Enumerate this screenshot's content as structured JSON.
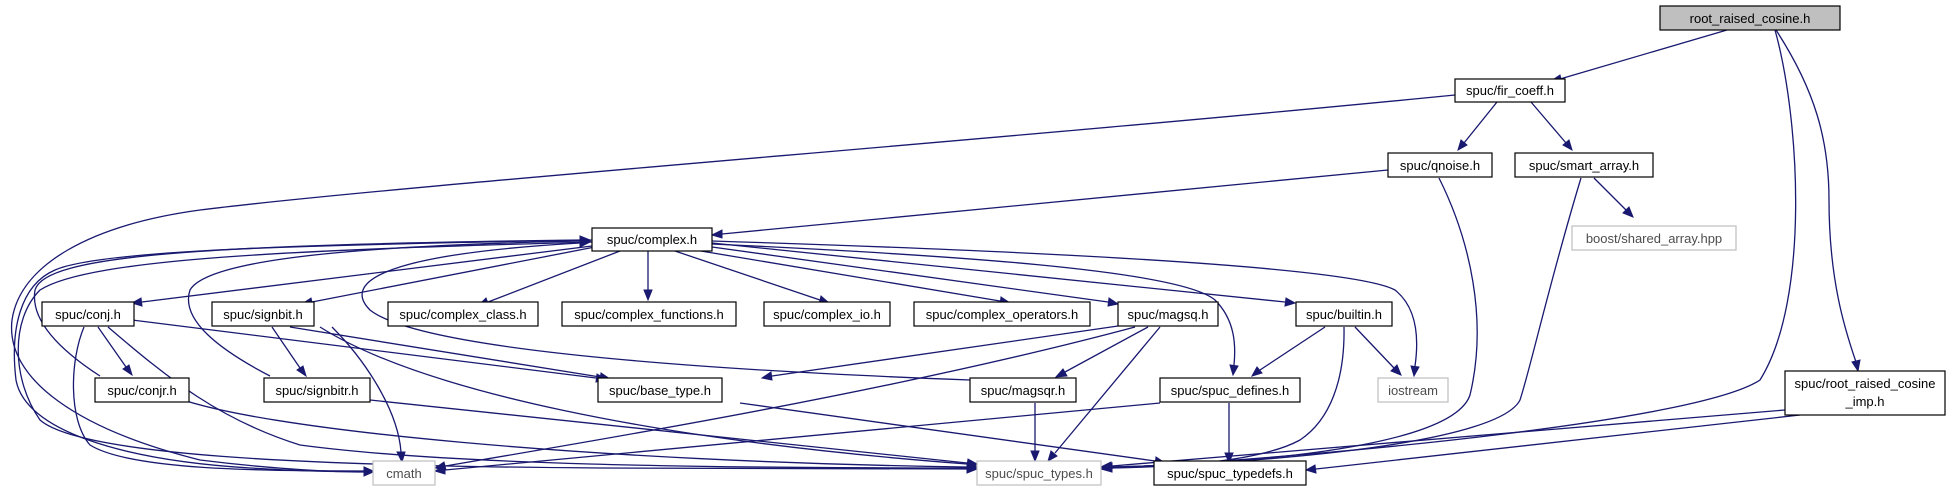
{
  "colors": {
    "edge": "#191970",
    "root_fill": "#bfbfbf",
    "external_border": "#bfbfbf"
  },
  "nodes": {
    "root": "root_raised_cosine.h",
    "fir_coeff": "spuc/fir_coeff.h",
    "qnoise": "spuc/qnoise.h",
    "smart_array": "spuc/smart_array.h",
    "shared_array": "boost/shared_array.hpp",
    "complex": "spuc/complex.h",
    "conj": "spuc/conj.h",
    "signbit": "spuc/signbit.h",
    "complex_class": "spuc/complex_class.h",
    "complex_functions": "spuc/complex_functions.h",
    "complex_io": "spuc/complex_io.h",
    "complex_operators": "spuc/complex_operators.h",
    "magsq": "spuc/magsq.h",
    "builtin": "spuc/builtin.h",
    "conjr": "spuc/conjr.h",
    "signbitr": "spuc/signbitr.h",
    "base_type": "spuc/base_type.h",
    "magsqr": "spuc/magsqr.h",
    "spuc_defines": "spuc/spuc_defines.h",
    "iostream": "iostream",
    "rrc_imp_line1": "spuc/root_raised_cosine",
    "rrc_imp_line2": "_imp.h",
    "cmath": "cmath",
    "spuc_types": "spuc/spuc_types.h",
    "spuc_typedefs": "spuc/spuc_typedefs.h"
  }
}
